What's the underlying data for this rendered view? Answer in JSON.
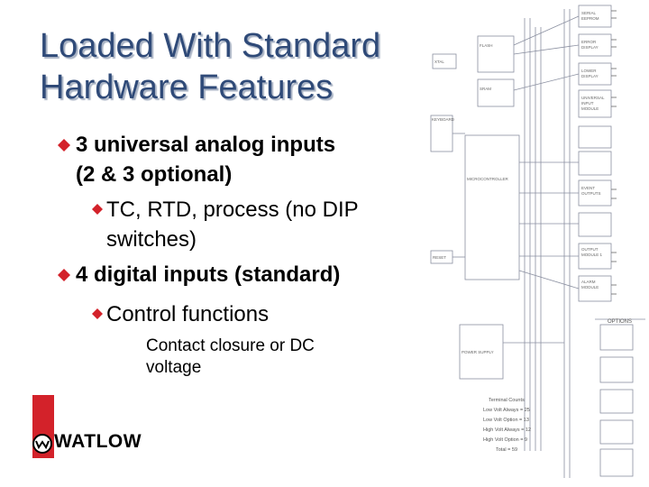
{
  "slide": {
    "title": "Loaded With Standard\nHardware Features",
    "bullets": [
      {
        "text": "3 universal analog inputs\n(2 & 3 optional)",
        "sub": [
          {
            "text": "TC, RTD, process (no DIP\nswitches)"
          }
        ]
      },
      {
        "text": "4 digital inputs (standard)",
        "sub": [
          {
            "text": "Control functions",
            "detail": "Contact closure or DC\nvoltage"
          }
        ]
      }
    ]
  },
  "logo": {
    "brand": "WATLOW",
    "color": "#d3222a"
  },
  "diagram": {
    "blocks": [
      "SERIAL EEPROM",
      "FLASH",
      "ERROR DISPLAY",
      "SRAM",
      "LOWER DISPLAY",
      "UNIVERSAL INPUT MODULE",
      "KEYBOARD",
      "MICROCONTROLLER",
      "EVENT OUTPUTS",
      "OUTPUT MODULE 1",
      "ALARM MODULE",
      "RESET",
      "POWER SUPPLY",
      "XTAL"
    ],
    "options_label": "OPTIONS",
    "terminal_counts": "Terminal Counts\nLow Volt Always = 25\nLow Volt Option = 13\nHigh Volt Always = 12\nHigh Volt Option = 9\nTotal = 59"
  },
  "colors": {
    "title": "#2f4a78",
    "bullet": "#d3222a"
  }
}
